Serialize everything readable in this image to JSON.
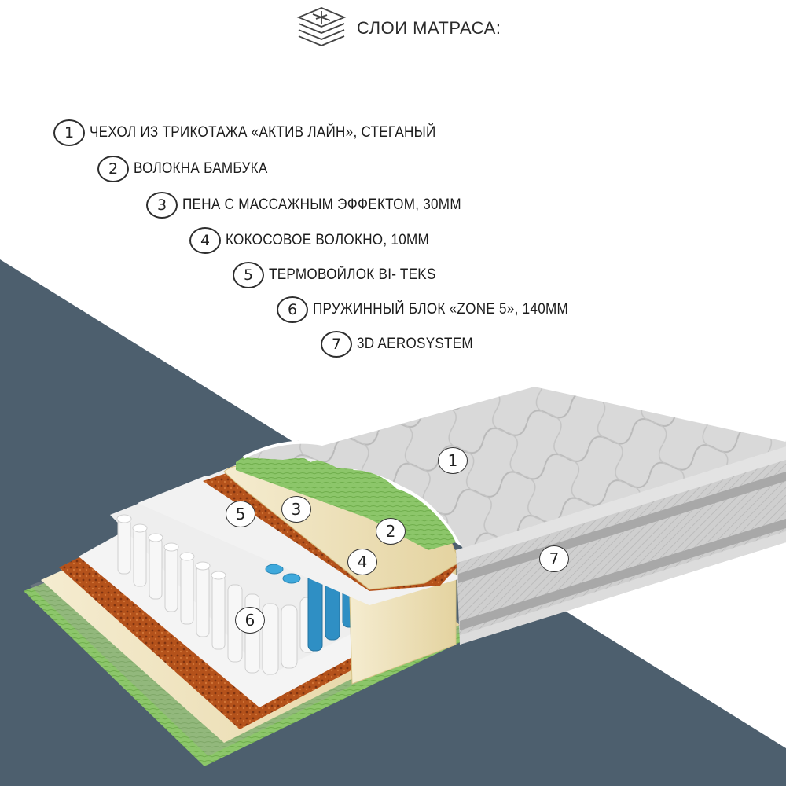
{
  "header": {
    "icon": "layers-icon",
    "title": "СЛОИ МАТРАСА:"
  },
  "layers": [
    {
      "num": "1",
      "label": "ЧЕХОЛ ИЗ ТРИКОТАЖА «АКТИВ ЛАЙН», СТЕГАНЫЙ"
    },
    {
      "num": "2",
      "label": "ВОЛОКНА БАМБУКА"
    },
    {
      "num": "3",
      "label": "ПЕНА С МАССАЖНЫМ ЭФФЕКТОМ, 30ММ"
    },
    {
      "num": "4",
      "label": "КОКОСОВОЕ ВОЛОКНО, 10ММ"
    },
    {
      "num": "5",
      "label": "ТЕРМОВОЙЛОК BI- TEKS"
    },
    {
      "num": "6",
      "label": "ПРУЖИННЫЙ БЛОК «ZONE 5», 140ММ"
    },
    {
      "num": "7",
      "label": "3D AEROSYSTEM"
    }
  ],
  "callouts": [
    "1",
    "2",
    "3",
    "4",
    "5",
    "6",
    "7"
  ],
  "colors": {
    "background_band": "#4d5f6e",
    "quilt": "#d8d8d8",
    "coconut": "#b5531c",
    "foam": "#f1e6c2",
    "bamboo": "#8cc66a",
    "springs_blue": "#3fa9dc",
    "springs_white": "#f3f3f3"
  }
}
